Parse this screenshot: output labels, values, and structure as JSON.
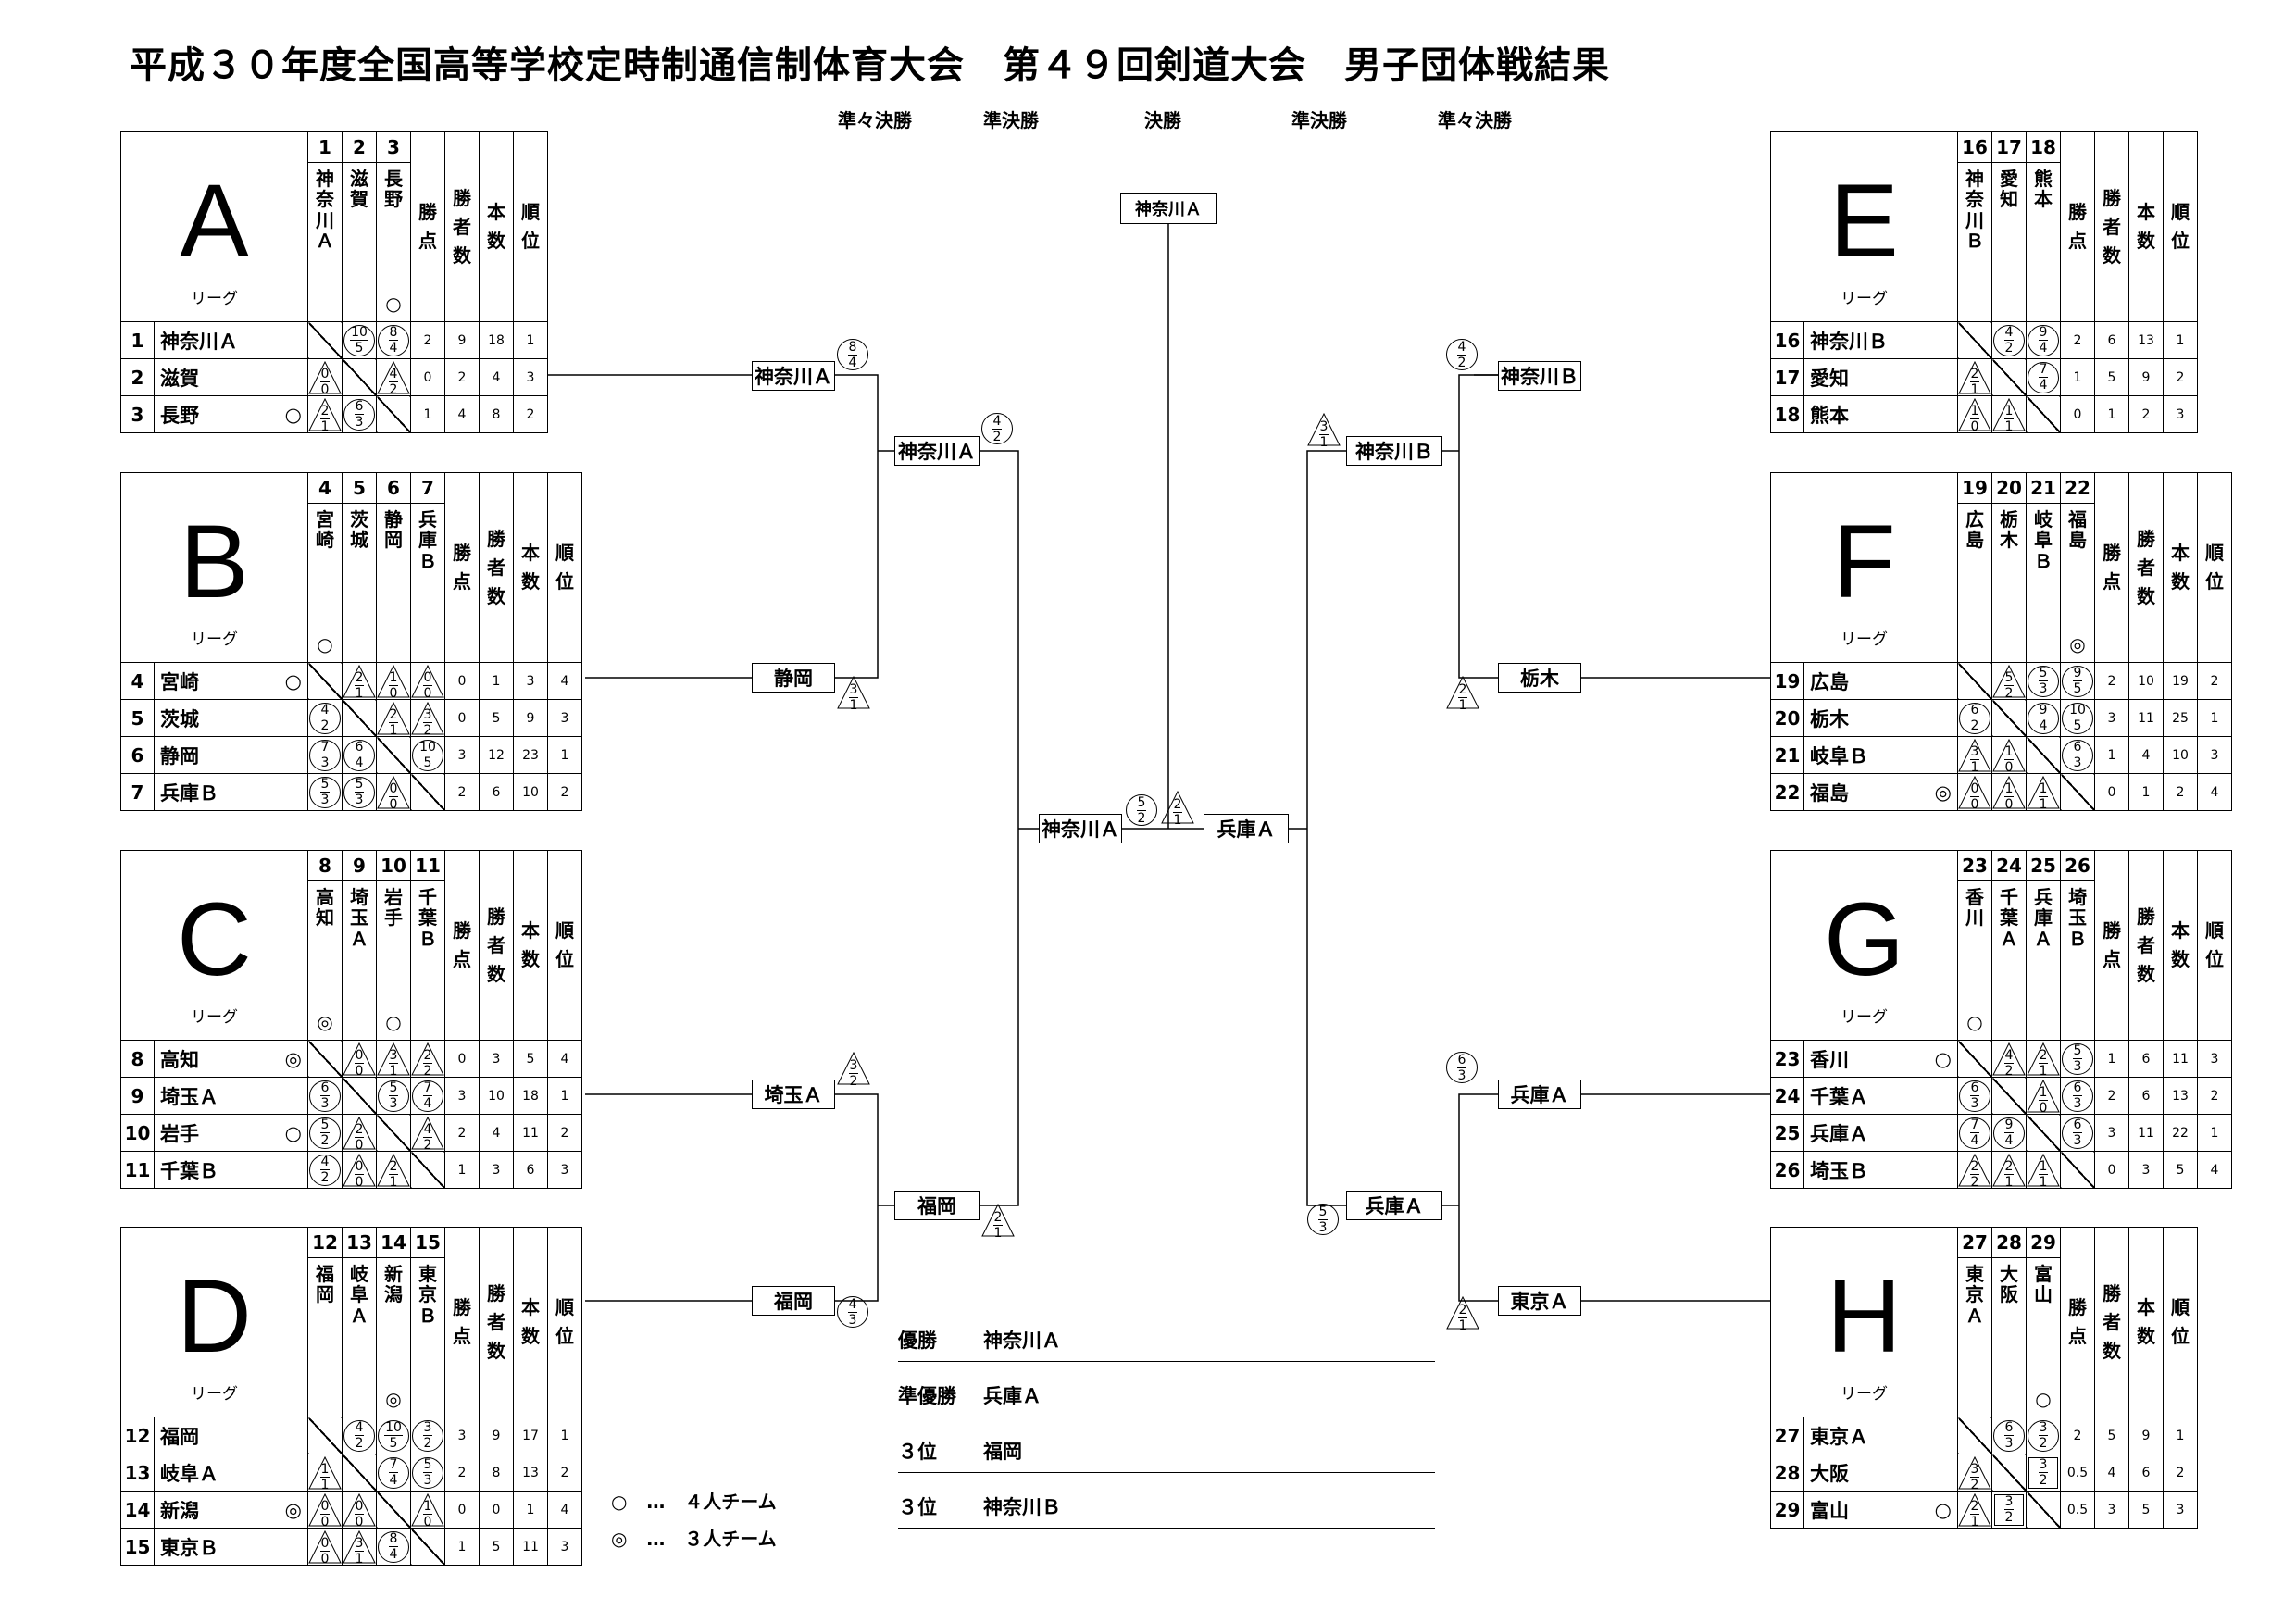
{
  "title": "平成３０年度全国高等学校定時制通信制体育大会　第４９回剣道大会　男子団体戦結果",
  "rounds": {
    "l1": "準々決勝",
    "l2": "準決勝",
    "c": "決勝",
    "r2": "準決勝",
    "r1": "準々決勝"
  },
  "labels": {
    "league_sub": "リーグ",
    "h_kachiten": "勝点",
    "h_kachisha": "勝者数",
    "h_honsu": "本数",
    "h_juni": "順位",
    "champion_label": "優勝"
  },
  "leagues": [
    {
      "letter": "A",
      "teams": [
        {
          "no": "1",
          "name": "神奈川Ａ",
          "v": "神奈川Ａ",
          "mark": "",
          "res": [
            "x",
            [
              "c",
              "10",
              "5"
            ],
            [
              "c",
              "8",
              "4"
            ]
          ],
          "stats": [
            "2",
            "9",
            "18",
            "1"
          ]
        },
        {
          "no": "2",
          "name": "滋賀",
          "v": "滋賀",
          "mark": "",
          "res": [
            [
              "t",
              "0",
              "0"
            ],
            "x",
            [
              "t",
              "4",
              "2"
            ]
          ],
          "stats": [
            "0",
            "2",
            "4",
            "3"
          ]
        },
        {
          "no": "3",
          "name": "長野",
          "v": "長野",
          "mark": "○",
          "res": [
            [
              "t",
              "2",
              "1"
            ],
            [
              "c",
              "6",
              "3"
            ],
            "x"
          ],
          "stats": [
            "1",
            "4",
            "8",
            "2"
          ]
        }
      ]
    },
    {
      "letter": "B",
      "teams": [
        {
          "no": "4",
          "name": "宮崎",
          "v": "宮崎",
          "mark": "○",
          "res": [
            "x",
            [
              "t",
              "2",
              "1"
            ],
            [
              "t",
              "1",
              "0"
            ],
            [
              "t",
              "0",
              "0"
            ]
          ],
          "stats": [
            "0",
            "1",
            "3",
            "4"
          ]
        },
        {
          "no": "5",
          "name": "茨城",
          "v": "茨城",
          "mark": "",
          "res": [
            [
              "c",
              "4",
              "2"
            ],
            "x",
            [
              "t",
              "2",
              "1"
            ],
            [
              "t",
              "3",
              "2"
            ]
          ],
          "stats": [
            "0",
            "5",
            "9",
            "3"
          ]
        },
        {
          "no": "6",
          "name": "静岡",
          "v": "静岡",
          "mark": "",
          "res": [
            [
              "c",
              "7",
              "3"
            ],
            [
              "c",
              "6",
              "4"
            ],
            "x",
            [
              "c",
              "10",
              "5"
            ]
          ],
          "stats": [
            "3",
            "12",
            "23",
            "1"
          ]
        },
        {
          "no": "7",
          "name": "兵庫Ｂ",
          "v": "兵庫Ｂ",
          "mark": "",
          "res": [
            [
              "c",
              "5",
              "3"
            ],
            [
              "c",
              "5",
              "3"
            ],
            [
              "t",
              "0",
              "0"
            ],
            "x"
          ],
          "stats": [
            "2",
            "6",
            "10",
            "2"
          ]
        }
      ]
    },
    {
      "letter": "C",
      "teams": [
        {
          "no": "8",
          "name": "高知",
          "v": "高知",
          "mark": "◎",
          "res": [
            "x",
            [
              "t",
              "0",
              "0"
            ],
            [
              "t",
              "3",
              "1"
            ],
            [
              "t",
              "2",
              "2"
            ]
          ],
          "stats": [
            "0",
            "3",
            "5",
            "4"
          ]
        },
        {
          "no": "9",
          "name": "埼玉Ａ",
          "v": "埼玉Ａ",
          "mark": "",
          "res": [
            [
              "c",
              "6",
              "3"
            ],
            "x",
            [
              "c",
              "5",
              "3"
            ],
            [
              "c",
              "7",
              "4"
            ]
          ],
          "stats": [
            "3",
            "10",
            "18",
            "1"
          ]
        },
        {
          "no": "10",
          "name": "岩手",
          "v": "岩手",
          "mark": "○",
          "res": [
            [
              "c",
              "5",
              "2"
            ],
            [
              "t",
              "2",
              "0"
            ],
            "x",
            [
              "t",
              "4",
              "2"
            ]
          ],
          "stats": [
            "2",
            "4",
            "11",
            "2"
          ]
        },
        {
          "no": "11",
          "name": "千葉Ｂ",
          "v": "千葉Ｂ",
          "mark": "",
          "res": [
            [
              "c",
              "4",
              "2"
            ],
            [
              "t",
              "0",
              "0"
            ],
            [
              "t",
              "2",
              "1"
            ],
            "x"
          ],
          "stats": [
            "1",
            "3",
            "6",
            "3"
          ]
        }
      ]
    },
    {
      "letter": "D",
      "teams": [
        {
          "no": "12",
          "name": "福岡",
          "v": "福岡",
          "mark": "",
          "res": [
            "x",
            [
              "c",
              "4",
              "2"
            ],
            [
              "c",
              "10",
              "5"
            ],
            [
              "c",
              "3",
              "2"
            ]
          ],
          "stats": [
            "3",
            "9",
            "17",
            "1"
          ]
        },
        {
          "no": "13",
          "name": "岐阜Ａ",
          "v": "岐阜Ａ",
          "mark": "",
          "res": [
            [
              "t",
              "1",
              "1"
            ],
            "x",
            [
              "c",
              "7",
              "4"
            ],
            [
              "c",
              "5",
              "3"
            ]
          ],
          "stats": [
            "2",
            "8",
            "13",
            "2"
          ]
        },
        {
          "no": "14",
          "name": "新潟",
          "v": "新潟",
          "mark": "◎",
          "res": [
            [
              "t",
              "0",
              "0"
            ],
            [
              "t",
              "0",
              "0"
            ],
            "x",
            [
              "t",
              "1",
              "0"
            ]
          ],
          "stats": [
            "0",
            "0",
            "1",
            "4"
          ]
        },
        {
          "no": "15",
          "name": "東京Ｂ",
          "v": "東京Ｂ",
          "mark": "",
          "res": [
            [
              "t",
              "0",
              "0"
            ],
            [
              "t",
              "3",
              "1"
            ],
            [
              "c",
              "8",
              "4"
            ],
            "x"
          ],
          "stats": [
            "1",
            "5",
            "11",
            "3"
          ]
        }
      ]
    },
    {
      "letter": "E",
      "teams": [
        {
          "no": "16",
          "name": "神奈川Ｂ",
          "v": "神奈川Ｂ",
          "mark": "",
          "res": [
            "x",
            [
              "c",
              "4",
              "2"
            ],
            [
              "c",
              "9",
              "4"
            ]
          ],
          "stats": [
            "2",
            "6",
            "13",
            "1"
          ]
        },
        {
          "no": "17",
          "name": "愛知",
          "v": "愛知",
          "mark": "",
          "res": [
            [
              "t",
              "2",
              "1"
            ],
            "x",
            [
              "c",
              "7",
              "4"
            ]
          ],
          "stats": [
            "1",
            "5",
            "9",
            "2"
          ]
        },
        {
          "no": "18",
          "name": "熊本",
          "v": "熊本",
          "mark": "",
          "res": [
            [
              "t",
              "1",
              "0"
            ],
            [
              "t",
              "1",
              "1"
            ],
            "x"
          ],
          "stats": [
            "0",
            "1",
            "2",
            "3"
          ]
        }
      ]
    },
    {
      "letter": "F",
      "teams": [
        {
          "no": "19",
          "name": "広島",
          "v": "広島",
          "mark": "",
          "res": [
            "x",
            [
              "t",
              "5",
              "2"
            ],
            [
              "c",
              "5",
              "3"
            ],
            [
              "c",
              "9",
              "5"
            ]
          ],
          "stats": [
            "2",
            "10",
            "19",
            "2"
          ]
        },
        {
          "no": "20",
          "name": "栃木",
          "v": "栃木",
          "mark": "",
          "res": [
            [
              "c",
              "6",
              "2"
            ],
            "x",
            [
              "c",
              "9",
              "4"
            ],
            [
              "c",
              "10",
              "5"
            ]
          ],
          "stats": [
            "3",
            "11",
            "25",
            "1"
          ]
        },
        {
          "no": "21",
          "name": "岐阜Ｂ",
          "v": "岐阜Ｂ",
          "mark": "",
          "res": [
            [
              "t",
              "3",
              "1"
            ],
            [
              "t",
              "1",
              "0"
            ],
            "x",
            [
              "c",
              "6",
              "3"
            ]
          ],
          "stats": [
            "1",
            "4",
            "10",
            "3"
          ]
        },
        {
          "no": "22",
          "name": "福島",
          "v": "福島",
          "mark": "◎",
          "res": [
            [
              "t",
              "0",
              "0"
            ],
            [
              "t",
              "1",
              "0"
            ],
            [
              "t",
              "1",
              "1"
            ],
            "x"
          ],
          "stats": [
            "0",
            "1",
            "2",
            "4"
          ]
        }
      ]
    },
    {
      "letter": "G",
      "teams": [
        {
          "no": "23",
          "name": "香川",
          "v": "香川",
          "mark": "○",
          "res": [
            "x",
            [
              "t",
              "4",
              "2"
            ],
            [
              "t",
              "2",
              "1"
            ],
            [
              "c",
              "5",
              "3"
            ]
          ],
          "stats": [
            "1",
            "6",
            "11",
            "3"
          ]
        },
        {
          "no": "24",
          "name": "千葉Ａ",
          "v": "千葉Ａ",
          "mark": "",
          "res": [
            [
              "c",
              "6",
              "3"
            ],
            "x",
            [
              "t",
              "1",
              "0"
            ],
            [
              "c",
              "6",
              "3"
            ]
          ],
          "stats": [
            "2",
            "6",
            "13",
            "2"
          ]
        },
        {
          "no": "25",
          "name": "兵庫Ａ",
          "v": "兵庫Ａ",
          "mark": "",
          "res": [
            [
              "c",
              "7",
              "4"
            ],
            [
              "c",
              "9",
              "4"
            ],
            "x",
            [
              "c",
              "6",
              "3"
            ]
          ],
          "stats": [
            "3",
            "11",
            "22",
            "1"
          ]
        },
        {
          "no": "26",
          "name": "埼玉Ｂ",
          "v": "埼玉Ｂ",
          "mark": "",
          "res": [
            [
              "t",
              "2",
              "2"
            ],
            [
              "t",
              "2",
              "1"
            ],
            [
              "t",
              "1",
              "1"
            ],
            "x"
          ],
          "stats": [
            "0",
            "3",
            "5",
            "4"
          ]
        }
      ]
    },
    {
      "letter": "H",
      "teams": [
        {
          "no": "27",
          "name": "東京Ａ",
          "v": "東京Ａ",
          "mark": "",
          "res": [
            "x",
            [
              "c",
              "6",
              "3"
            ],
            [
              "c",
              "3",
              "2"
            ]
          ],
          "stats": [
            "2",
            "5",
            "9",
            "1"
          ]
        },
        {
          "no": "28",
          "name": "大阪",
          "v": "大阪",
          "mark": "",
          "res": [
            [
              "t",
              "3",
              "2"
            ],
            "x",
            [
              "s",
              "3",
              "2"
            ]
          ],
          "stats": [
            "0.5",
            "4",
            "6",
            "2"
          ]
        },
        {
          "no": "29",
          "name": "富山",
          "v": "富山",
          "mark": "○",
          "res": [
            [
              "t",
              "2",
              "1"
            ],
            [
              "s",
              "3",
              "2"
            ],
            "x"
          ],
          "stats": [
            "0.5",
            "3",
            "5",
            "3"
          ]
        }
      ]
    }
  ],
  "bracket": {
    "champion": "神奈川Ａ",
    "qf": [
      "神奈川Ａ",
      "静岡",
      "埼玉Ａ",
      "福岡",
      "神奈川Ｂ",
      "栃木",
      "兵庫Ａ",
      "東京Ａ"
    ],
    "sf": [
      "神奈川Ａ",
      "福岡",
      "神奈川Ｂ",
      "兵庫Ａ"
    ],
    "final": [
      "神奈川Ａ",
      "兵庫Ａ"
    ],
    "scores": {
      "qfA": [
        "8",
        "4"
      ],
      "qfB": [
        "3",
        "1"
      ],
      "qfC": [
        "3",
        "2"
      ],
      "qfD": [
        "4",
        "3"
      ],
      "qfE": [
        "4",
        "2"
      ],
      "qfF": [
        "2",
        "1"
      ],
      "qfG": [
        "6",
        "3"
      ],
      "qfH": [
        "2",
        "1"
      ],
      "sfL1": [
        "4",
        "2"
      ],
      "sfL2": [
        "2",
        "1"
      ],
      "sfR1": [
        "3",
        "1"
      ],
      "sfR2": [
        "5",
        "3"
      ],
      "finL": [
        "5",
        "2"
      ],
      "finR": [
        "2",
        "1"
      ]
    }
  },
  "results": [
    {
      "label": "優勝",
      "team": "神奈川Ａ"
    },
    {
      "label": "準優勝",
      "team": "兵庫Ａ"
    },
    {
      "label": "３位",
      "team": "福岡"
    },
    {
      "label": "３位",
      "team": "神奈川Ｂ"
    }
  ],
  "legend": [
    {
      "sym": "○",
      "dots": "…",
      "text": "４人チーム"
    },
    {
      "sym": "◎",
      "dots": "…",
      "text": "３人チーム"
    }
  ]
}
